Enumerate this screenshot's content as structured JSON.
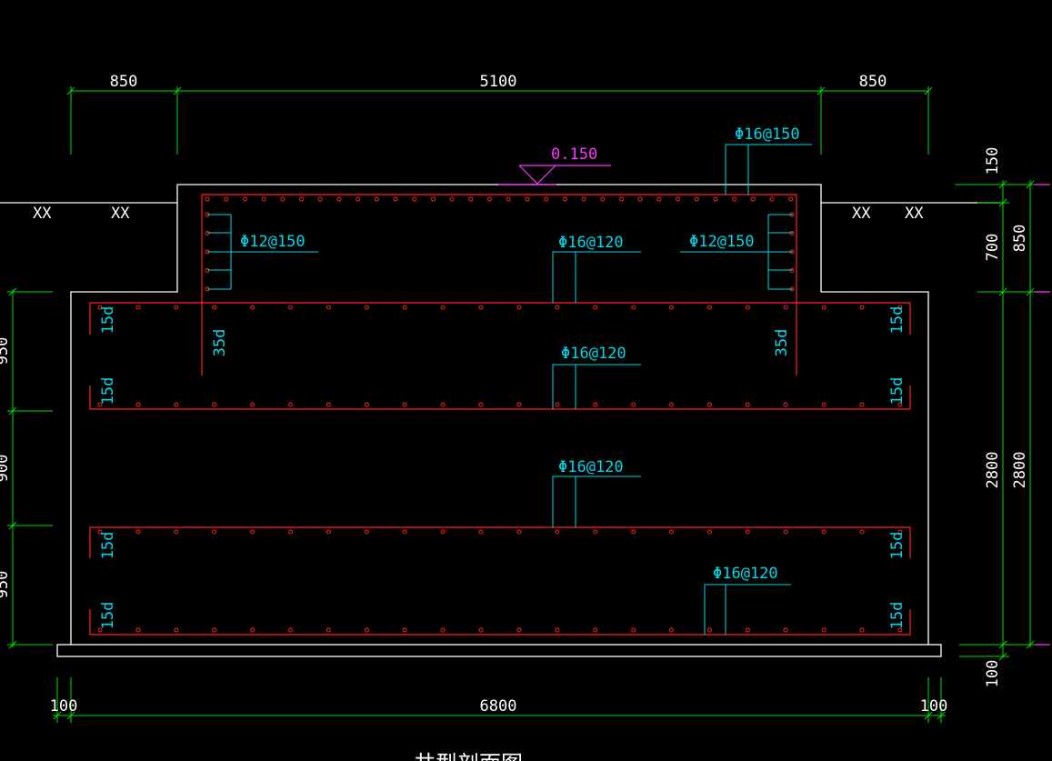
{
  "dimensions": {
    "top_left_850": "850",
    "top_5100": "5100",
    "top_right_850": "850",
    "right_150": "150",
    "right_700": "700",
    "right_850": "850",
    "right_2800_a": "2800",
    "right_2800_b": "2800",
    "right_100": "100",
    "left_950_a": "950",
    "left_900": "900",
    "left_950_b": "950",
    "bottom_left_100": "100",
    "bottom_6800": "6800",
    "bottom_right_100": "100"
  },
  "elevation": "0.150",
  "rebar_labels": {
    "top_right": "Φ16@150",
    "wall_left": "Φ12@150",
    "wall_right": "Φ12@150",
    "slab_top_1": "Φ16@120",
    "slab_top_2": "Φ16@120",
    "slab_bottom_1": "Φ16@120",
    "slab_bottom_2": "Φ16@120"
  },
  "anchorage": {
    "fifteen_d": "15d",
    "thirtyfive_d": "35d"
  },
  "soil_marks": [
    "XX",
    "XX",
    "XX",
    "XX"
  ],
  "drawing_title": "井型剖面图",
  "colors": {
    "background": "#000000",
    "outline": "#ffffff",
    "dimension_lines": "#00dd00",
    "rebar": "#ff2020",
    "labels": "#00d8e8",
    "elevation": "#ff33ff"
  }
}
